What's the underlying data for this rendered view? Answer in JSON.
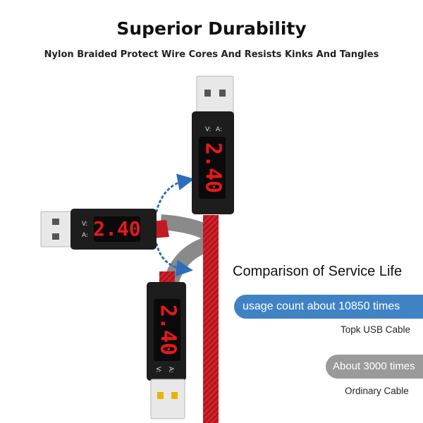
{
  "header": {
    "title": "Superior Durability",
    "subtitle": "Nylon Braided Protect Wire Cores And Resists Kinks And Tangles"
  },
  "meter": {
    "reading": "2.40",
    "v_label": "V:",
    "a_label": "A:"
  },
  "comparison": {
    "title": "Comparison of Service Life",
    "topk": {
      "value_text": "usage count about 10850 times",
      "label": "Topk USB Cable"
    },
    "ordinary": {
      "value_text": "About 3000 times",
      "label": "Ordinary Cable"
    }
  },
  "colors": {
    "accent_blue": "#3f83c4",
    "gray_pill": "#9a9a9a",
    "cable_red": "#d3202a",
    "lcd_red": "#e61919",
    "arrow_blue": "#2c6fb8"
  }
}
